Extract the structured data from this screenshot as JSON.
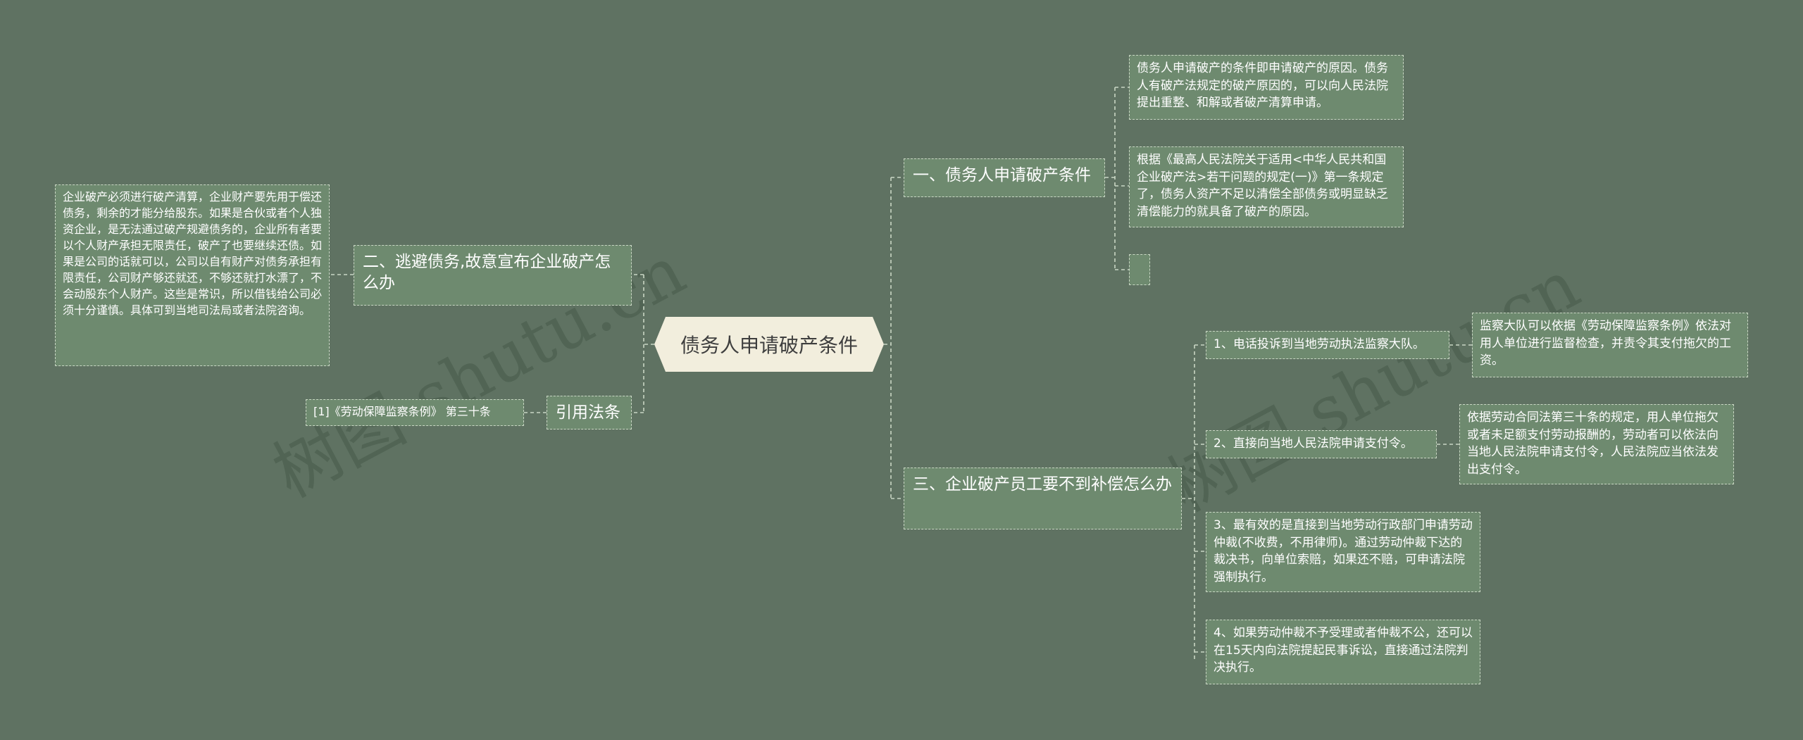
{
  "root": {
    "label": "债务人申请破产条件"
  },
  "branches": {
    "b1": {
      "label": "一、债务人申请破产条件",
      "leaves": [
        "债务人申请破产的条件即申请破产的原因。债务人有破产法规定的破产原因的，可以向人民法院提出重整、和解或者破产清算申请。",
        "根据《最高人民法院关于适用<中华人民共和国企业破产法>若干问题的规定(一)》第一条规定了，债务人资产不足以清偿全部债务或明显缺乏清偿能力的就具备了破产的原因。",
        ""
      ]
    },
    "b2": {
      "label": "二、逃避债务,故意宣布企业破产怎么办",
      "leaf": "企业破产必须进行破产清算，企业财产要先用于偿还债务，剩余的才能分给股东。如果是合伙或者个人独资企业，是无法通过破产规避债务的，企业所有者要以个人财产承担无限责任，破产了也要继续还债。如果是公司的话就可以，公司以自有财产对债务承担有限责任，公司财产够还就还，不够还就打水漂了，不会动股东个人财产。这些是常识，所以借钱给公司必须十分谨慎。具体可到当地司法局或者法院咨询。"
    },
    "b3": {
      "label": "三、企业破产员工要不到补偿怎么办",
      "items": [
        {
          "label": "1、电话投诉到当地劳动执法监察大队。",
          "detail": "监察大队可以依据《劳动保障监察条例》依法对用人单位进行监督检查，并责令其支付拖欠的工资。"
        },
        {
          "label": "2、直接向当地人民法院申请支付令。",
          "detail": "依据劳动合同法第三十条的规定，用人单位拖欠或者未足额支付劳动报酬的，劳动者可以依法向当地人民法院申请支付令，人民法院应当依法发出支付令。"
        },
        {
          "label": "3、最有效的是直接到当地劳动行政部门申请劳动仲裁(不收费，不用律师)。通过劳动仲裁下达的裁决书，向单位索赔，如果还不赔，可申请法院强制执行。"
        },
        {
          "label": "4、如果劳动仲裁不予受理或者仲裁不公，还可以在15天内向法院提起民事诉讼，直接通过法院判决执行。"
        }
      ]
    },
    "b4": {
      "label": "引用法条",
      "leaf": "[1]《劳动保障监察条例》 第三十条"
    }
  },
  "watermarks": [
    "树图 shutu.cn",
    "树图 shutu.cn"
  ],
  "colors": {
    "background": "#5f7262",
    "node_fill": "#6e8a6f",
    "node_border": "#c9d6c4",
    "root_fill": "#f2eedd",
    "line": "#c9d6c4"
  }
}
